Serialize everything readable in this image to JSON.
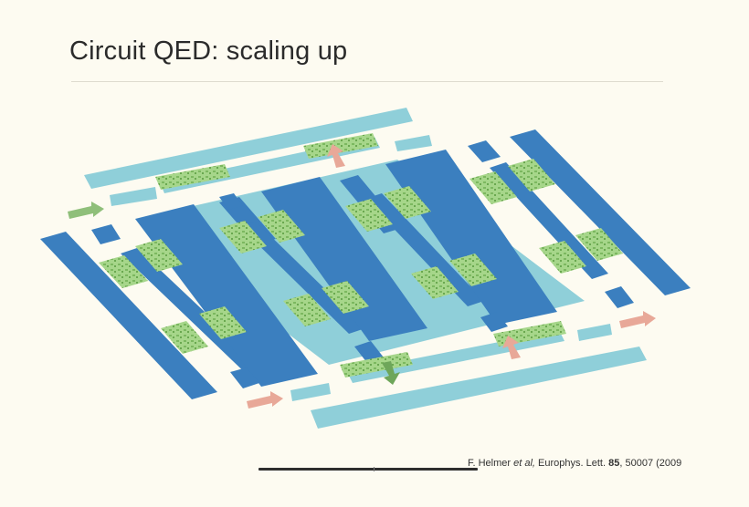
{
  "slide": {
    "title": "Circuit QED: scaling up"
  },
  "citation": {
    "author": "F. Helmer",
    "etal": "et al,",
    "journal": "Europhys. Lett.",
    "volume": "85",
    "pages": "50007 (2009"
  },
  "colors": {
    "background": "#fdfbf1",
    "dark_blue_cavity": "#3b7fbf",
    "light_blue_cavity": "#8fcfd9",
    "qubit_green": "#8dc86b",
    "arrow_green": "#8fbf7a",
    "arrow_pink": "#e8a898"
  }
}
